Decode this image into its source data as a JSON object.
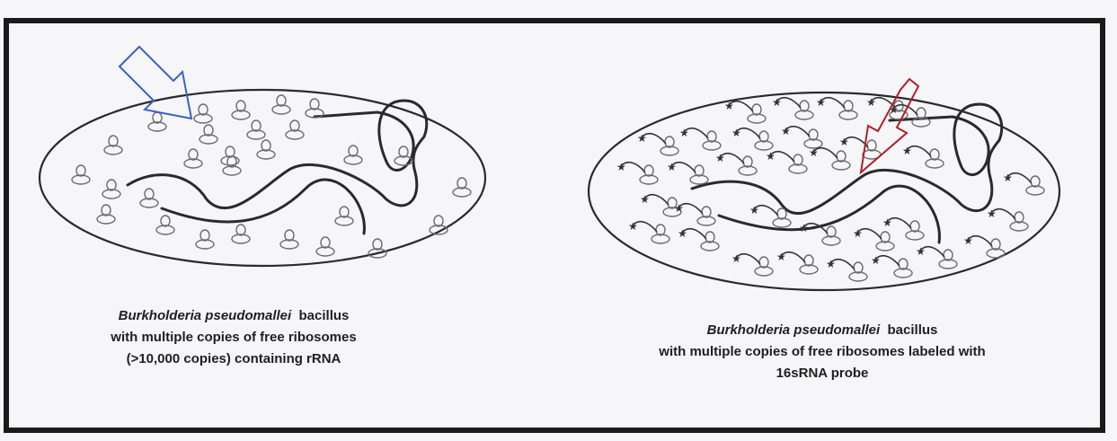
{
  "diagram": {
    "left_panel": {
      "caption_species": "Burkholderia pseudomallei",
      "caption_line1_rest": "bacillus",
      "caption_line2": "with multiple copies of free ribosomes",
      "caption_line3": "(>10,000 copies) containing rRNA"
    },
    "right_panel": {
      "caption_species": "Burkholderia pseudomallei",
      "caption_line1_rest": "bacillus",
      "caption_line2": "with multiple copies of free ribosomes  labeled with",
      "caption_line3": "16sRNA probe"
    },
    "colors": {
      "frame": "#1a1a1a",
      "background": "#f6f6f9",
      "blue_arrow": "#3a5fc8",
      "red_arrow": "#b01e2a",
      "ink": "#2a2a2a"
    }
  }
}
